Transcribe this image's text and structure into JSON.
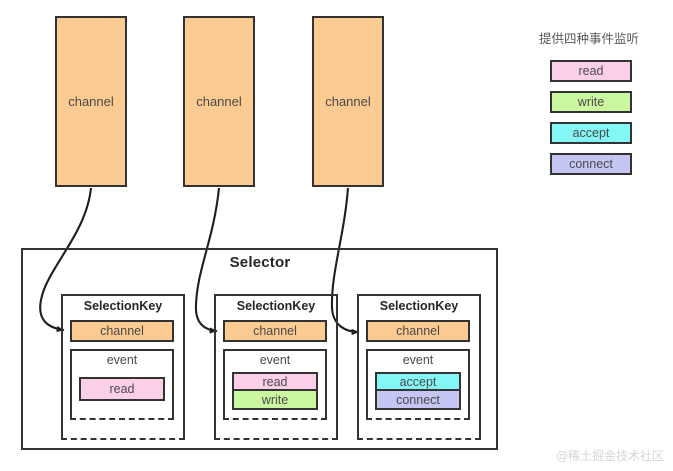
{
  "colors": {
    "channel_fill": "#fbcb92",
    "stroke": "#333333",
    "read": "#fbcfe8",
    "write": "#ccf7a1",
    "accept": "#83f6f6",
    "connect": "#c6c6f5",
    "text": "#4a4a4a",
    "watermark": "#d6d6d6"
  },
  "channels": [
    {
      "label": "channel"
    },
    {
      "label": "channel"
    },
    {
      "label": "channel"
    }
  ],
  "selector": {
    "title": "Selector",
    "keys": [
      {
        "title": "SelectionKey",
        "channel_label": "channel",
        "event_label": "event",
        "events": [
          {
            "label": "read",
            "color": "#fbcfe8"
          }
        ]
      },
      {
        "title": "SelectionKey",
        "channel_label": "channel",
        "event_label": "event",
        "events": [
          {
            "label": "read",
            "color": "#fbcfe8"
          },
          {
            "label": "write",
            "color": "#ccf7a1"
          }
        ]
      },
      {
        "title": "SelectionKey",
        "channel_label": "channel",
        "event_label": "event",
        "events": [
          {
            "label": "accept",
            "color": "#83f6f6"
          },
          {
            "label": "connect",
            "color": "#c6c6f5"
          }
        ]
      }
    ]
  },
  "legend": {
    "title": "提供四种事件监听",
    "items": [
      {
        "label": "read",
        "color": "#fbcfe8"
      },
      {
        "label": "write",
        "color": "#ccf7a1"
      },
      {
        "label": "accept",
        "color": "#83f6f6"
      },
      {
        "label": "connect",
        "color": "#c6c6f5"
      }
    ]
  },
  "watermark": {
    "text": "@稀土掘金技术社区"
  }
}
